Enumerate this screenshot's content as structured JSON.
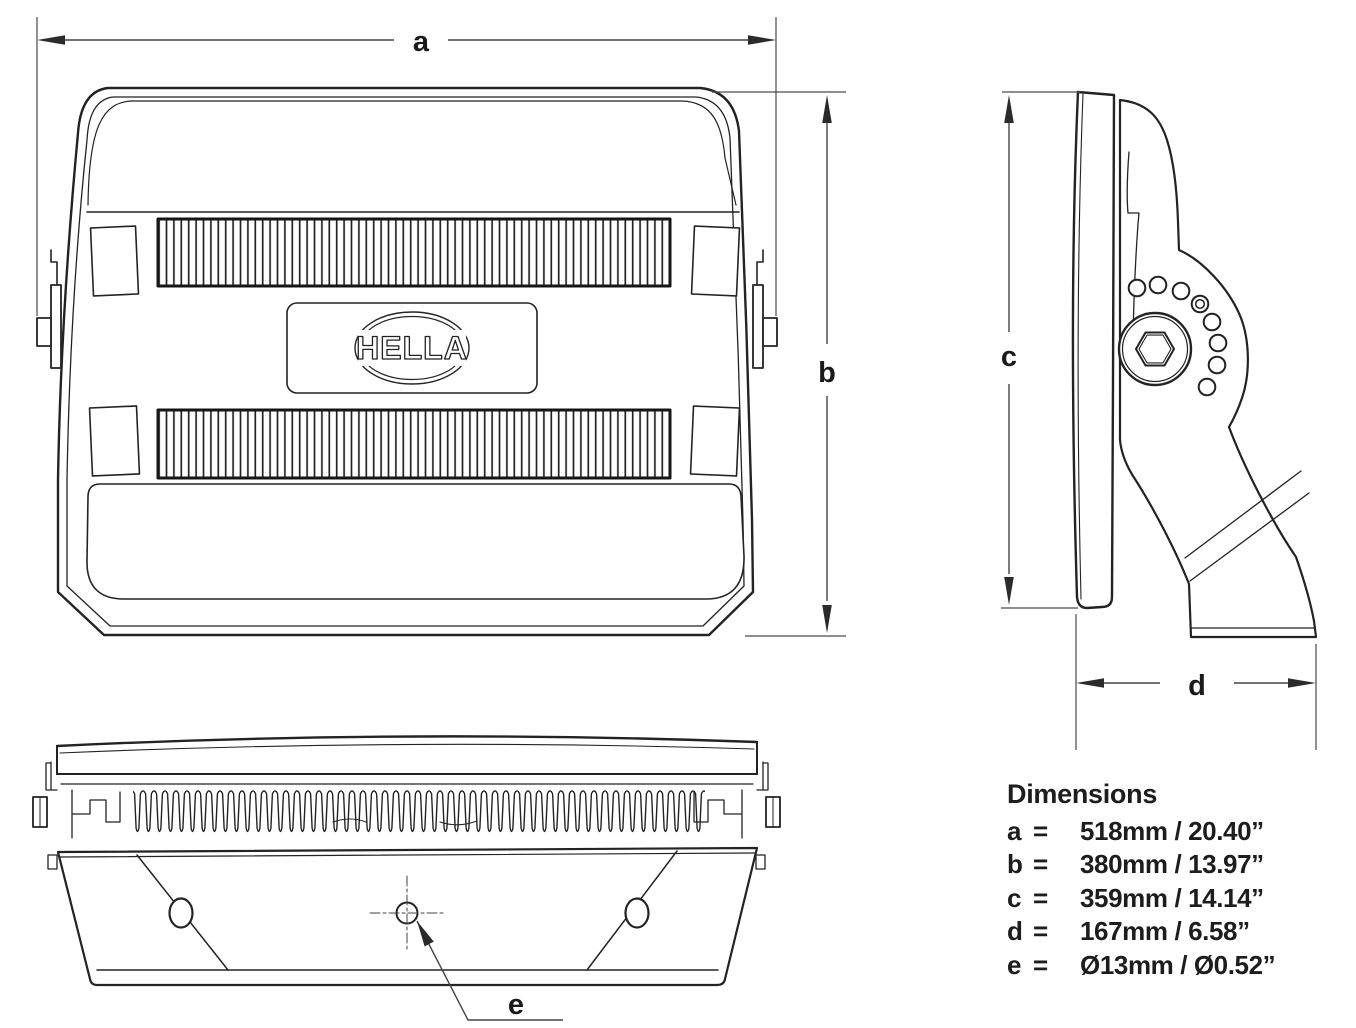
{
  "labels": {
    "a": "a",
    "b": "b",
    "c": "c",
    "d": "d",
    "e": "e"
  },
  "brand": "HELLA",
  "dimensions": {
    "title": "Dimensions",
    "rows": [
      {
        "key": "a",
        "eq": "=",
        "value": "518mm / 20.40”"
      },
      {
        "key": "b",
        "eq": "=",
        "value": "380mm / 13.97”"
      },
      {
        "key": "c",
        "eq": "=",
        "value": "359mm / 14.14”"
      },
      {
        "key": "d",
        "eq": "=",
        "value": "167mm / 6.58”"
      },
      {
        "key": "e",
        "eq": "=",
        "value": "Ø13mm / Ø0.52”"
      }
    ]
  }
}
